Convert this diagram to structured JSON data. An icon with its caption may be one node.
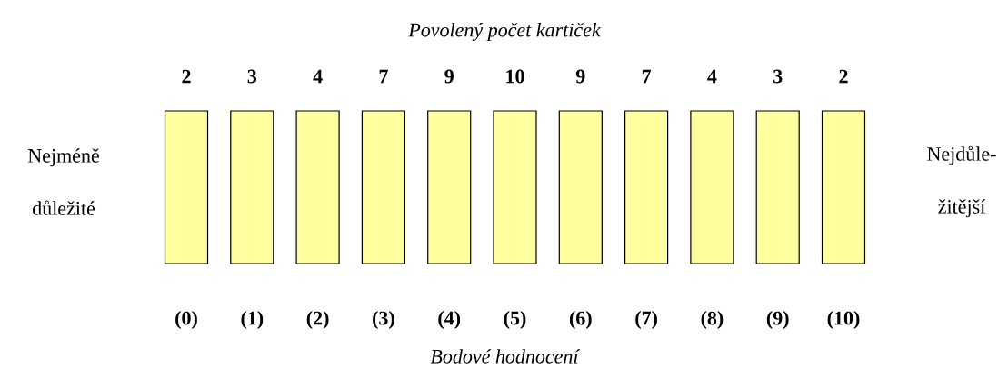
{
  "diagram": {
    "title": "Povolený počet kartiček",
    "caption": "Bodové hodnocení",
    "nodes": [
      {
        "text": [],
        "shape": "box",
        "beside": [
          "2",
          "(0)"
        ]
      },
      {
        "text": [],
        "shape": "box",
        "beside": [
          "3",
          "(1)"
        ]
      },
      {
        "text": [],
        "shape": "box",
        "beside": [
          "4",
          "(2)"
        ]
      },
      {
        "text": [],
        "shape": "box",
        "beside": [
          "7",
          "(3)"
        ]
      },
      {
        "text": [],
        "shape": "box",
        "beside": [
          "9",
          "(4)"
        ]
      },
      {
        "text": [],
        "shape": "box",
        "beside": [
          "10",
          "(5)"
        ]
      },
      {
        "text": [],
        "shape": "box",
        "beside": [
          "9",
          "(6)"
        ]
      },
      {
        "text": [],
        "shape": "box",
        "beside": [
          "7",
          "(7)"
        ]
      },
      {
        "text": [],
        "shape": "box",
        "beside": [
          "4",
          "(8)"
        ]
      },
      {
        "text": [],
        "shape": "box",
        "beside": [
          "3",
          "(9)"
        ]
      },
      {
        "text": [],
        "shape": "box",
        "beside": [
          "2",
          "(10)"
        ]
      }
    ],
    "labels": [
      "Nejméně důležité",
      "Nejdůle-žitější"
    ]
  }
}
